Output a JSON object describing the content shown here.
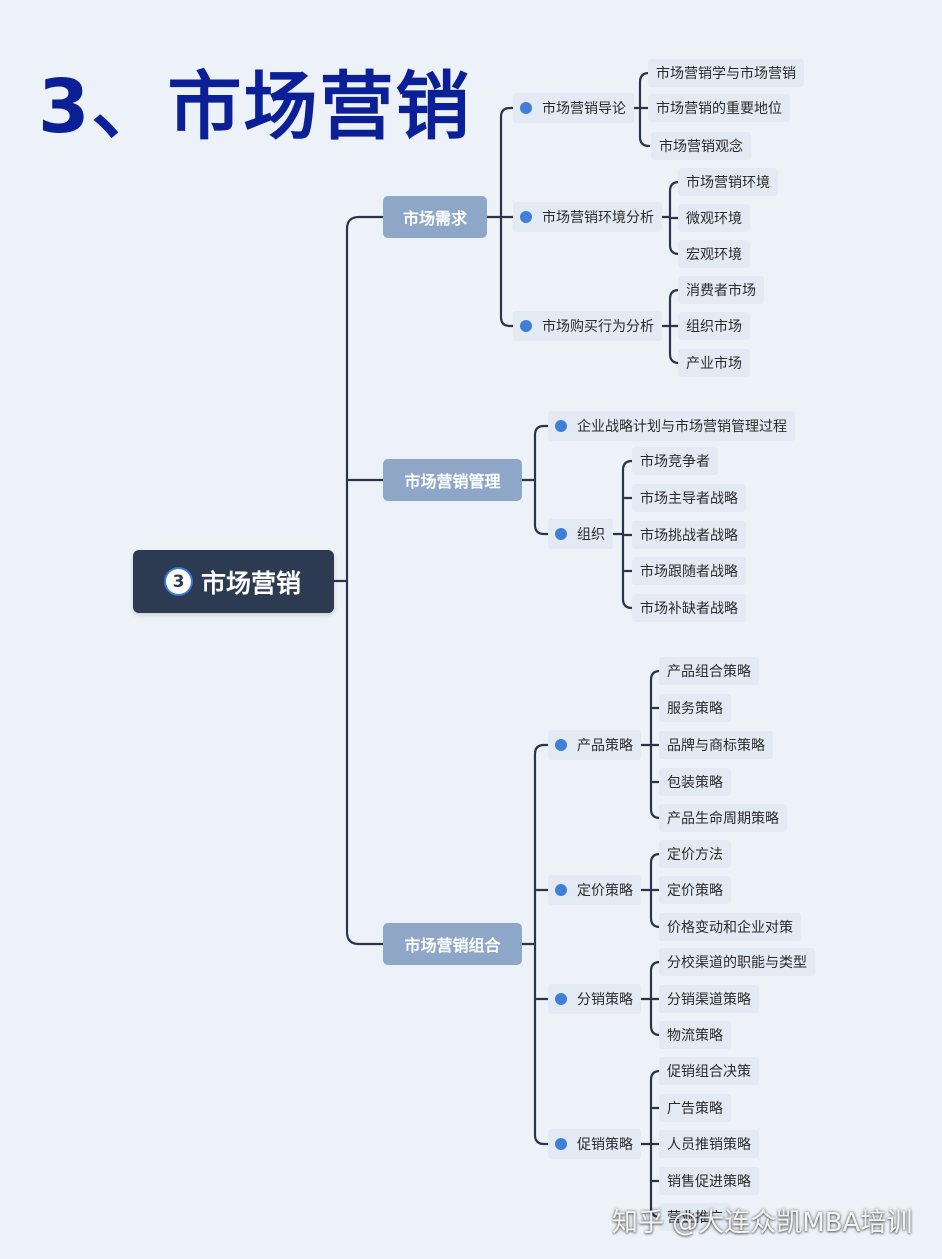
{
  "title": "3、市场营销",
  "root": {
    "number": "3",
    "label": "市场营销"
  },
  "branches": [
    {
      "label": "市场需求",
      "children": [
        {
          "label": "市场营销导论",
          "leaves": [
            "市场营销学与市场营销",
            "市场营销的重要地位",
            "市场营销观念"
          ]
        },
        {
          "label": "市场营销环境分析",
          "leaves": [
            "市场营销环境",
            "微观环境",
            "宏观环境"
          ]
        },
        {
          "label": "市场购买行为分析",
          "leaves": [
            "消费者市场",
            "组织市场",
            "产业市场"
          ]
        }
      ]
    },
    {
      "label": "市场营销管理",
      "children": [
        {
          "label": "企业战略计划与市场营销管理过程",
          "leaves": []
        },
        {
          "label": "组织",
          "leaves": [
            "市场竞争者",
            "市场主导者战略",
            "市场挑战者战略",
            "市场跟随者战略",
            "市场补缺者战略"
          ]
        }
      ]
    },
    {
      "label": "市场营销组合",
      "children": [
        {
          "label": "产品策略",
          "leaves": [
            "产品组合策略",
            "服务策略",
            "品牌与商标策略",
            "包装策略",
            "产品生命周期策略"
          ]
        },
        {
          "label": "定价策略",
          "leaves": [
            "定价方法",
            "定价策略",
            "价格变动和企业对策"
          ]
        },
        {
          "label": "分销策略",
          "leaves": [
            "分校渠道的职能与类型",
            "分销渠道策略",
            "物流策略"
          ]
        },
        {
          "label": "促销策略",
          "leaves": [
            "促销组合决策",
            "广告策略",
            "人员推销策略",
            "销售促进策略",
            "营业推广"
          ]
        }
      ]
    }
  ],
  "watermark": "知乎 @大连众凯MBA培训",
  "colors": {
    "title": "#0b1f96",
    "root_bg": "#2c3a52",
    "branch_bg": "#8ea6c8",
    "node_bg": "#e3eaf3",
    "dot": "#3f7fd8",
    "line": "#2b3547",
    "background": "#edf2f8"
  }
}
